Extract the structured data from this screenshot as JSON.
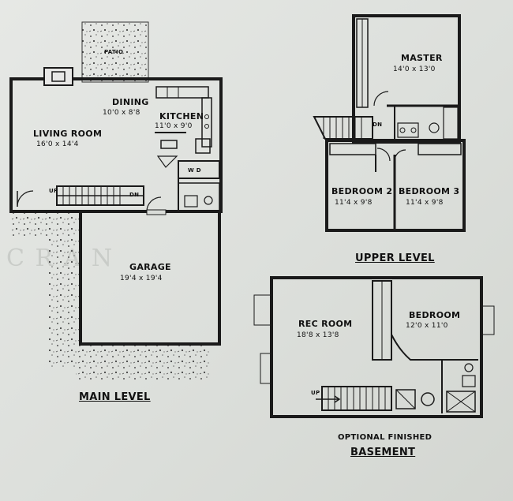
{
  "main_level": {
    "patio": {
      "name": "PATIO"
    },
    "dining": {
      "name": "DINING",
      "dims": "10'0 x 8'8"
    },
    "kitchen": {
      "name": "KITCHEN",
      "dims": "11'0 x 9'0"
    },
    "living_room": {
      "name": "LIVING ROOM",
      "dims": "16'0 x 14'4"
    },
    "garage": {
      "name": "GARAGE",
      "dims": "19'4 x 19'4"
    },
    "stairs_up": "UP",
    "stairs_down": "DN",
    "appliances": "W D",
    "title": "MAIN LEVEL"
  },
  "upper_level": {
    "master": {
      "name": "MASTER",
      "dims": "14'0 x 13'0"
    },
    "bedroom2": {
      "name": "BEDROOM 2",
      "dims": "11'4 x 9'8"
    },
    "bedroom3": {
      "name": "BEDROOM 3",
      "dims": "11'4 x 9'8"
    },
    "stairs_down": "DN",
    "title": "UPPER LEVEL"
  },
  "basement": {
    "rec_room": {
      "name": "REC ROOM",
      "dims": "18'8 x 13'8"
    },
    "bedroom": {
      "name": "BEDROOM",
      "dims": "12'0 x 11'0"
    },
    "stairs_up": "UP",
    "subtitle": "OPTIONAL FINISHED",
    "title": "BASEMENT"
  }
}
